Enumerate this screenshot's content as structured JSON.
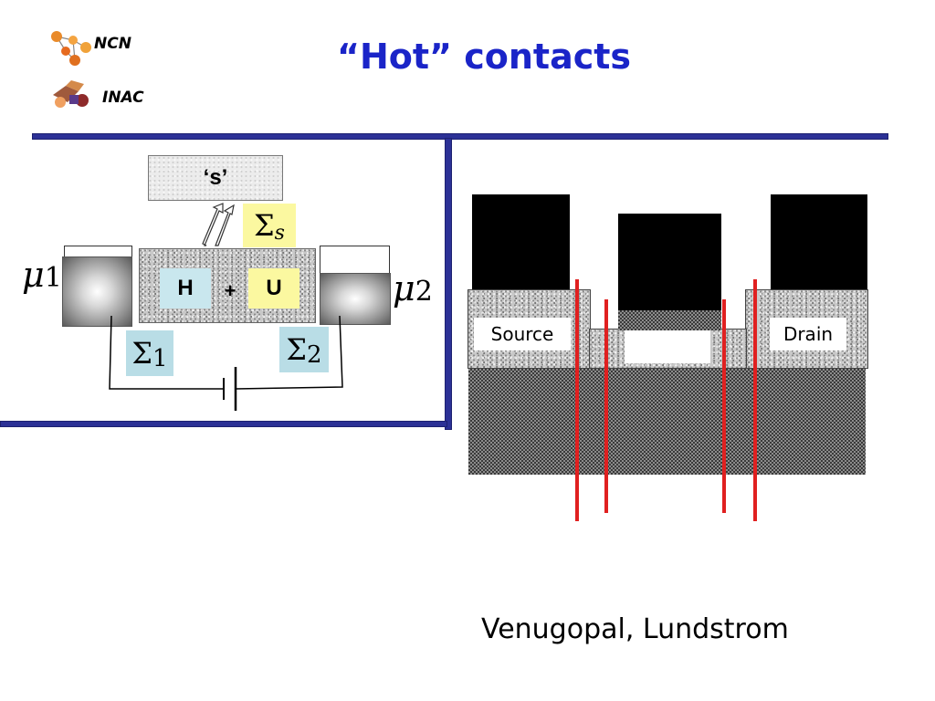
{
  "logos": {
    "ncn": {
      "label": "NCN"
    },
    "inac": {
      "label": "INAC"
    }
  },
  "title": "“Hot” contacts",
  "left_diagram": {
    "scattering_label": "‘s’",
    "sigma_s": {
      "symbol": "Σ",
      "sub": "s"
    },
    "device": {
      "h_label": "H",
      "plus": "+",
      "u_label": "U"
    },
    "mu1": {
      "symbol": "μ",
      "sub": "1"
    },
    "mu2": {
      "symbol": "μ",
      "sub": "2"
    },
    "sigma1": {
      "symbol": "Σ",
      "sub": "1"
    },
    "sigma2": {
      "symbol": "Σ",
      "sub": "2"
    }
  },
  "right_diagram": {
    "source_label": "Source",
    "drain_label": "Drain"
  },
  "credit": "Venugopal, Lundstrom",
  "colors": {
    "title": "#1a24c8",
    "divider": "#2c3196",
    "highlight_blue": "#b9dde6",
    "highlight_yellow": "#fbf8a0",
    "red_line": "#e02020"
  }
}
